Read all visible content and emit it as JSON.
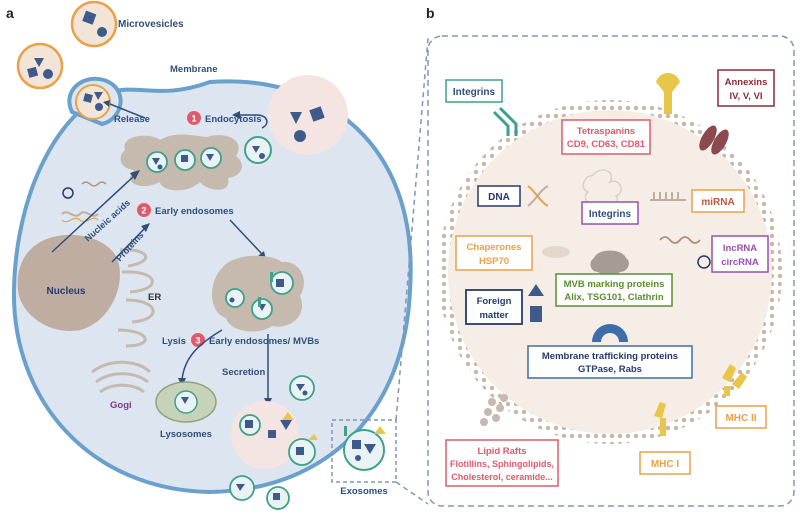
{
  "panels": {
    "a": "a",
    "b": "b"
  },
  "panel_a": {
    "microvesicles": "Microvesicles",
    "membrane": "Membrane",
    "release": "Release",
    "step1_num": "1",
    "step1": "Endocytosis",
    "step2_num": "2",
    "step2": "Early endosomes",
    "step3_num": "3",
    "step3": "Early endosomes/ MVBs",
    "nucleic_acids": "Nucleic acids",
    "proteins": "Proteins",
    "nucleus": "Nucleus",
    "er": "ER",
    "golgi": "Gogi",
    "lysis": "Lysis",
    "secretion": "Secretion",
    "lysosomes": "Lysosomes",
    "exosomes": "Exosomes"
  },
  "panel_b": {
    "integrins_outer": "Integrins",
    "tetraspanins_title": "Tetraspanins",
    "tetraspanins_list": "CD9, CD63, CD81",
    "annexins_title": "Annexins",
    "annexins_list": "IV, V, VI",
    "dna": "DNA",
    "integrins_inner": "Integrins",
    "mirna": "miRNA",
    "chaperones_title": "Chaperones",
    "chaperones_list": "HSP70",
    "lncrna": "lncRNA",
    "circrna": "circRNA",
    "mvb_title": "MVB marking proteins",
    "mvb_list": "Alix, TSG101, Clathrin",
    "foreign_1": "Foreign",
    "foreign_2": "matter",
    "trafficking_title": "Membrane trafficking proteins",
    "trafficking_list": "GTPase, Rabs",
    "mhc2": "MHC II",
    "mhc1": "MHC I",
    "lipid_title": "Lipid Rafts",
    "lipid_list1": "Flotillins, Sphingolipids,",
    "lipid_list2": "Cholesterol, ceramide..."
  },
  "colors": {
    "cell_fill": "#dde6f0",
    "cell_border": "#6aa0cc",
    "nucleus": "#c0ada2",
    "endosome": "#c6b9ad",
    "exosome_fill": "#f1e4dc",
    "accent_red": "#e05a6b",
    "teal": "#3fa08c",
    "orange": "#e8a24a",
    "purple": "#9a4fb0",
    "dark_red": "#8c2a35",
    "navy": "#243b6b",
    "green": "#5a8f2e",
    "blue_box": "#3d6ea8"
  }
}
